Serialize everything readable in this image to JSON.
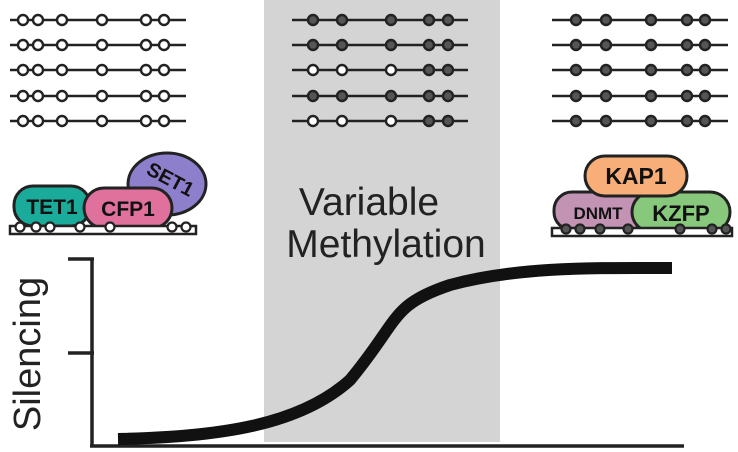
{
  "figure": {
    "region_label_line1": "Variable",
    "region_label_line2": "Methylation",
    "y_axis_label": "Silencing"
  },
  "left_complex": {
    "proteins": [
      {
        "label": "TET1",
        "color": "#1bab9b"
      },
      {
        "label": "CFP1",
        "color": "#e0719c"
      },
      {
        "label": "SET1",
        "color": "#8e7fcc"
      }
    ]
  },
  "right_complex": {
    "proteins": [
      {
        "label": "KAP1",
        "color": "#f7ae78"
      },
      {
        "label": "DNMT",
        "color": "#c393b3"
      },
      {
        "label": "KZFP",
        "color": "#87c87c"
      }
    ]
  },
  "cpg_groups": {
    "left": {
      "rows": [
        [
          "o",
          "o",
          "o",
          "o",
          "o"
        ],
        [
          "o",
          "o",
          "o",
          "o",
          "o"
        ],
        [
          "o",
          "o",
          "o",
          "o",
          "o"
        ],
        [
          "o",
          "o",
          "o",
          "o",
          "o"
        ],
        [
          "o",
          "o",
          "o",
          "o",
          "o"
        ]
      ]
    },
    "middle": {
      "rows": [
        [
          "f",
          "f",
          "f",
          "f",
          "f"
        ],
        [
          "f",
          "f",
          "f",
          "f",
          "f"
        ],
        [
          "o",
          "o",
          "o",
          "f",
          "f"
        ],
        [
          "f",
          "f",
          "f",
          "f",
          "f"
        ],
        [
          "o",
          "o",
          "o",
          "f",
          "f"
        ]
      ]
    },
    "right": {
      "rows": [
        [
          "f",
          "f",
          "f",
          "f",
          "f"
        ],
        [
          "f",
          "f",
          "f",
          "f",
          "f"
        ],
        [
          "f",
          "f",
          "f",
          "f",
          "f"
        ],
        [
          "f",
          "f",
          "f",
          "f",
          "f"
        ],
        [
          "f",
          "f",
          "f",
          "f",
          "f"
        ]
      ]
    }
  },
  "colors": {
    "shaded_region": "#d4d4d4",
    "methylated": "#555555",
    "unmethylated": "#ffffff",
    "line": "#222222"
  }
}
